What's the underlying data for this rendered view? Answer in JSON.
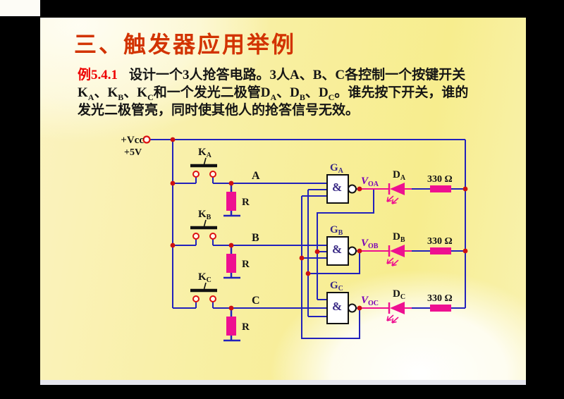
{
  "slide": {
    "title": "三、触发器应用举例",
    "body": {
      "example_label": "例5.4.1",
      "line1": "设计一个3人抢答电路。3人A、B、C各控制一个按键开关",
      "line2_segments": [
        {
          "t": "K"
        },
        {
          "t": "A",
          "sub": true
        },
        {
          "t": "、"
        },
        {
          "t": "K"
        },
        {
          "t": "B",
          "sub": true
        },
        {
          "t": "、"
        },
        {
          "t": "K"
        },
        {
          "t": "C",
          "sub": true
        },
        {
          "t": "和一个发光二极管"
        },
        {
          "t": "D"
        },
        {
          "t": "A",
          "sub": true
        },
        {
          "t": "、"
        },
        {
          "t": "D"
        },
        {
          "t": "B",
          "sub": true
        },
        {
          "t": "、"
        },
        {
          "t": "D"
        },
        {
          "t": "C",
          "sub": true
        },
        {
          "t": "。谁先按下开关，谁的"
        }
      ],
      "line3": "发光二极管亮，同时使其他人的抢答信号无效。"
    }
  },
  "circuit": {
    "power": {
      "vcc_label": "+Vcc",
      "voltage_label": "+5V"
    },
    "rows": [
      {
        "switch": {
          "main": "K",
          "sub": "A"
        },
        "input_label": "A",
        "pullup_label": "R",
        "gate": {
          "main": "G",
          "sub": "A",
          "symbol": "&"
        },
        "output": {
          "main": "V",
          "sub": "OA"
        },
        "led": {
          "main": "D",
          "sub": "A"
        },
        "series_resistor_label": "330 Ω"
      },
      {
        "switch": {
          "main": "K",
          "sub": "B"
        },
        "input_label": "B",
        "pullup_label": "R",
        "gate": {
          "main": "G",
          "sub": "B",
          "symbol": "&"
        },
        "output": {
          "main": "V",
          "sub": "OB"
        },
        "led": {
          "main": "D",
          "sub": "B"
        },
        "series_resistor_label": "330 Ω"
      },
      {
        "switch": {
          "main": "K",
          "sub": "C"
        },
        "input_label": "C",
        "pullup_label": "R",
        "gate": {
          "main": "G",
          "sub": "C",
          "symbol": "&"
        },
        "output": {
          "main": "V",
          "sub": "OC"
        },
        "led": {
          "main": "D",
          "sub": "C"
        },
        "series_resistor_label": "330 Ω"
      }
    ]
  },
  "colors": {
    "wire_blue": "#2222bb",
    "component_pink": "#ee1090",
    "junction_red": "#cc1111",
    "title_red": "#d23300",
    "example_red": "#ee0000",
    "gate_label_indigo": "#392a85",
    "output_label_purple": "#7a00b8",
    "slide_yellow": "#f8efa0"
  }
}
